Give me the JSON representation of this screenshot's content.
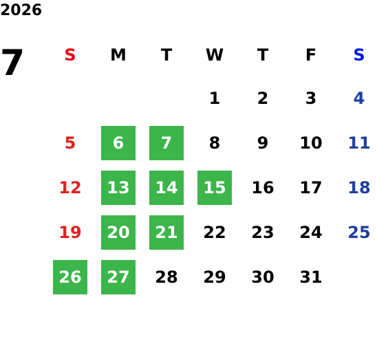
{
  "year": "2026",
  "month": "7",
  "colors": {
    "sunday": "#e02020",
    "saturday": "#1f3fa0",
    "header_sunday": "#e60012",
    "header_saturday": "#0018e6",
    "highlight": "#3cb54a"
  },
  "weekdays": [
    "S",
    "M",
    "T",
    "W",
    "T",
    "F",
    "S"
  ],
  "weeks": [
    [
      {
        "day": "",
        "highlight": false
      },
      {
        "day": "",
        "highlight": false
      },
      {
        "day": "",
        "highlight": false
      },
      {
        "day": "1",
        "highlight": false
      },
      {
        "day": "2",
        "highlight": false
      },
      {
        "day": "3",
        "highlight": false
      },
      {
        "day": "4",
        "highlight": false
      }
    ],
    [
      {
        "day": "5",
        "highlight": false
      },
      {
        "day": "6",
        "highlight": true
      },
      {
        "day": "7",
        "highlight": true
      },
      {
        "day": "8",
        "highlight": false
      },
      {
        "day": "9",
        "highlight": false
      },
      {
        "day": "10",
        "highlight": false
      },
      {
        "day": "11",
        "highlight": false
      }
    ],
    [
      {
        "day": "12",
        "highlight": false
      },
      {
        "day": "13",
        "highlight": true
      },
      {
        "day": "14",
        "highlight": true
      },
      {
        "day": "15",
        "highlight": true
      },
      {
        "day": "16",
        "highlight": false
      },
      {
        "day": "17",
        "highlight": false
      },
      {
        "day": "18",
        "highlight": false
      }
    ],
    [
      {
        "day": "19",
        "highlight": false
      },
      {
        "day": "20",
        "highlight": true
      },
      {
        "day": "21",
        "highlight": true
      },
      {
        "day": "22",
        "highlight": false
      },
      {
        "day": "23",
        "highlight": false
      },
      {
        "day": "24",
        "highlight": false
      },
      {
        "day": "25",
        "highlight": false
      }
    ],
    [
      {
        "day": "26",
        "highlight": true
      },
      {
        "day": "27",
        "highlight": true
      },
      {
        "day": "28",
        "highlight": false
      },
      {
        "day": "29",
        "highlight": false
      },
      {
        "day": "30",
        "highlight": false
      },
      {
        "day": "31",
        "highlight": false
      },
      {
        "day": "",
        "highlight": false
      }
    ]
  ]
}
